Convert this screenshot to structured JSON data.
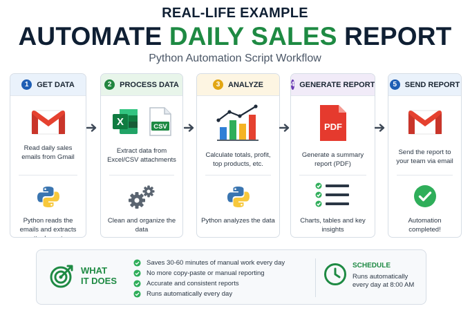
{
  "header": {
    "eyebrow": "REAL-LIFE EXAMPLE",
    "title_part1": "AUTOMATE ",
    "title_accent": "DAILY SALES",
    "title_part2": " REPORT",
    "subtitle": "Python Automation Script Workflow"
  },
  "colors": {
    "accent_green": "#1e8a43",
    "navy": "#0f1f33",
    "step1": "#1e5eb4",
    "step2": "#22863f",
    "step3": "#e2a613",
    "step4": "#6a3ab2",
    "step5": "#1e5eb4"
  },
  "steps": [
    {
      "number": "1",
      "title": "GET DATA",
      "top_icons": [
        "gmail-icon"
      ],
      "top_text": "Read daily sales emails from Gmail",
      "bottom_icon": "python-icon",
      "bottom_text": "Python reads the emails and extracts attachments"
    },
    {
      "number": "2",
      "title": "PROCESS DATA",
      "top_icons": [
        "excel-icon",
        "csv-file-icon"
      ],
      "top_text": "Extract data from Excel/CSV attachments",
      "csv_label": "CSV",
      "excel_letter": "X",
      "bottom_icon": "gears-icon",
      "bottom_text": "Clean and organize the data"
    },
    {
      "number": "3",
      "title": "ANALYZE",
      "top_icons": [
        "bar-chart-icon"
      ],
      "top_text": "Calculate totals, profit, top products, etc.",
      "bottom_icon": "python-icon",
      "bottom_text": "Python analyzes the data"
    },
    {
      "number": "4",
      "title": "GENERATE REPORT",
      "top_icons": [
        "pdf-file-icon"
      ],
      "top_text": "Generate a summary report (PDF)",
      "pdf_label": "PDF",
      "bottom_icon": "checklist-icon",
      "bottom_text": "Charts, tables and key insights"
    },
    {
      "number": "5",
      "title": "SEND REPORT",
      "top_icons": [
        "gmail-icon"
      ],
      "top_text": "Send the report to your team via email",
      "bottom_icon": "check-circle-icon",
      "bottom_text": "Automation completed!"
    }
  ],
  "what_it_does": {
    "title_line1": "WHAT",
    "title_line2": "IT DOES",
    "icon": "target-icon",
    "bullets": [
      "Saves 30-60 minutes of manual work every day",
      "No more copy-paste or manual reporting",
      "Accurate and consistent reports",
      "Runs automatically every day"
    ]
  },
  "schedule": {
    "icon": "clock-icon",
    "title": "SCHEDULE",
    "text": "Runs automatically every day at 8:00 AM"
  }
}
